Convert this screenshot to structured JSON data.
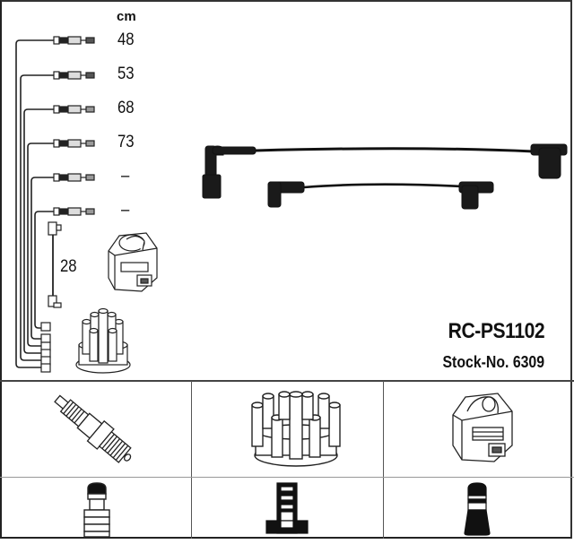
{
  "product": {
    "part_number": "RC-PS1102",
    "stock_label": "Stock-No. 6309"
  },
  "cable_set": {
    "unit": "cm",
    "cables": [
      {
        "index": 1,
        "length": "48"
      },
      {
        "index": 2,
        "length": "53"
      },
      {
        "index": 3,
        "length": "68"
      },
      {
        "index": 4,
        "length": "73"
      },
      {
        "index": 5,
        "length": "–"
      },
      {
        "index": 6,
        "length": "–"
      }
    ],
    "coil_cable_length": "28"
  },
  "components_top": [
    {
      "name": "ignition-coil",
      "label": ""
    },
    {
      "name": "distributor-cap",
      "label": ""
    }
  ],
  "photo": {
    "description": "two black ignition cables with angled boots"
  },
  "reference_table": {
    "columns": 3,
    "rows": [
      [
        "spark-plug",
        "distributor-cap",
        "ignition-coil"
      ],
      [
        "spark-plug-terminal-connector",
        "distributor-cap-terminal-connector",
        "coil-terminal-connector"
      ]
    ]
  },
  "colors": {
    "line": "#222222",
    "background": "#ffffff",
    "divider": "#444444"
  }
}
